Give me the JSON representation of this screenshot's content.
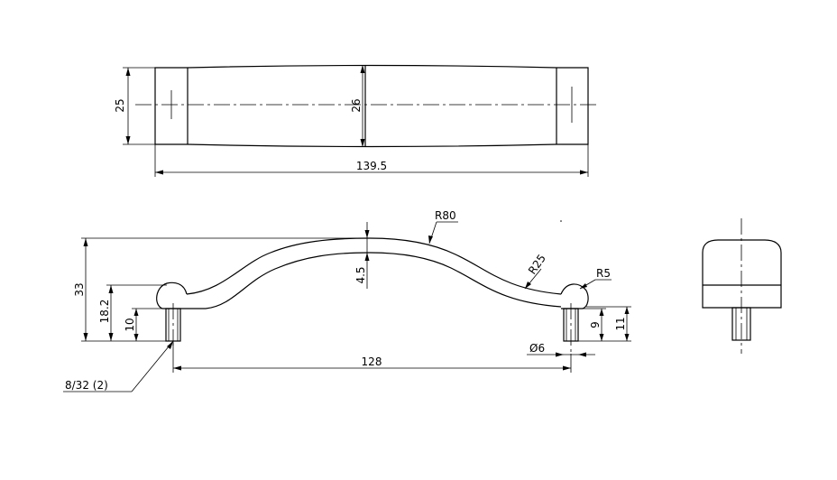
{
  "dimensions": {
    "top_height_left": "25",
    "top_height_center": "26",
    "top_overall_length": "139.5",
    "radius_top": "R80",
    "radius_bend": "R25",
    "radius_end": "R5",
    "arch_thickness": "4.5",
    "overall_height": "33",
    "foot_height": "18.2",
    "stud_height_left": "10",
    "hole_spacing": "128",
    "stud_diameter": "Ø6",
    "stud_length": "9",
    "foot_right_height": "11",
    "thread_callout": "8/32 (2)"
  }
}
